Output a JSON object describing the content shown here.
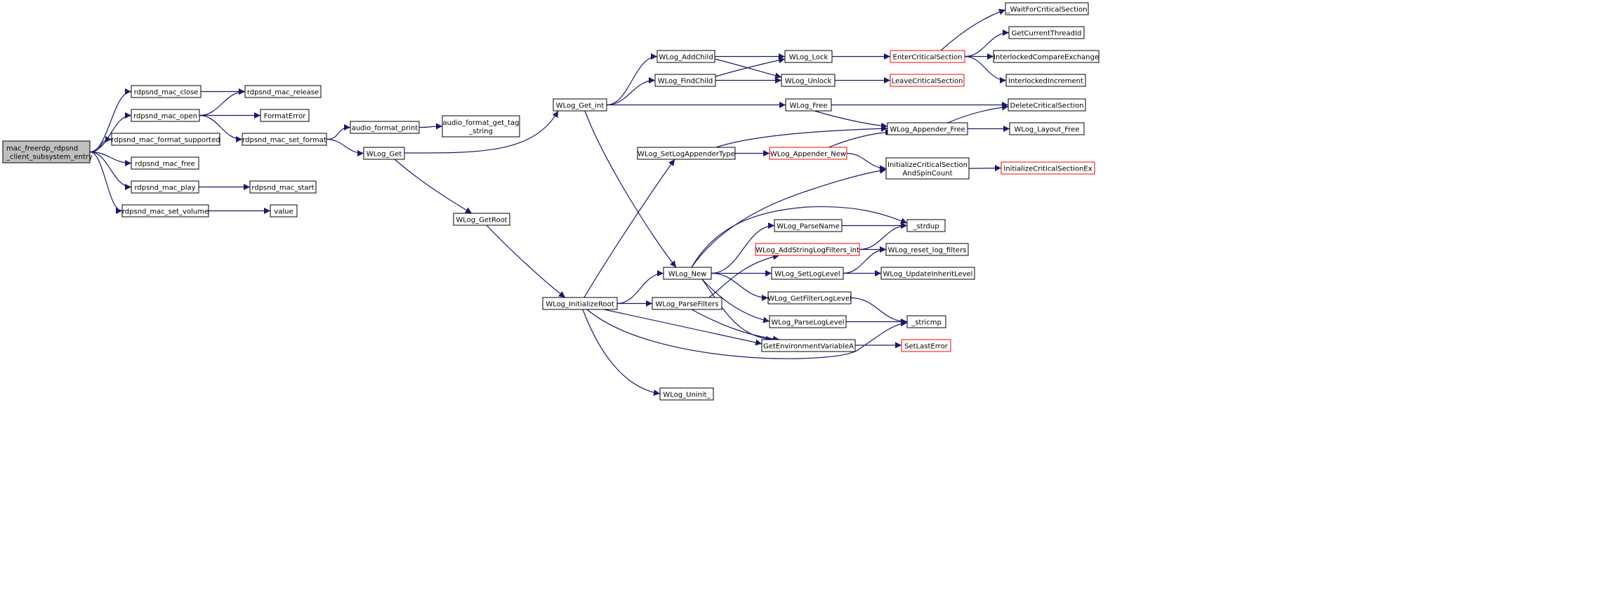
{
  "colors": {
    "edge": "#191970",
    "node_border": "#000000",
    "node_border_truncated": "#ff0000",
    "node_fill": "#ffffff",
    "root_fill": "#bfbfbf",
    "background": "#ffffff"
  },
  "nodes": [
    {
      "id": "root",
      "lines": [
        "mac_freerdp_rdpsnd",
        "_client_subsystem_entry"
      ],
      "style": "root"
    },
    {
      "id": "mac_close",
      "lines": [
        "rdpsnd_mac_close"
      ],
      "style": "normal"
    },
    {
      "id": "mac_open",
      "lines": [
        "rdpsnd_mac_open"
      ],
      "style": "normal"
    },
    {
      "id": "mac_format_supported",
      "lines": [
        "rdpsnd_mac_format_supported"
      ],
      "style": "normal"
    },
    {
      "id": "mac_free",
      "lines": [
        "rdpsnd_mac_free"
      ],
      "style": "normal"
    },
    {
      "id": "mac_play",
      "lines": [
        "rdpsnd_mac_play"
      ],
      "style": "normal"
    },
    {
      "id": "mac_set_volume",
      "lines": [
        "rdpsnd_mac_set_volume"
      ],
      "style": "normal"
    },
    {
      "id": "mac_release",
      "lines": [
        "rdpsnd_mac_release"
      ],
      "style": "normal"
    },
    {
      "id": "format_error",
      "lines": [
        "FormatError"
      ],
      "style": "normal"
    },
    {
      "id": "mac_set_format",
      "lines": [
        "rdpsnd_mac_set_format"
      ],
      "style": "normal"
    },
    {
      "id": "mac_start",
      "lines": [
        "rdpsnd_mac_start"
      ],
      "style": "normal"
    },
    {
      "id": "value",
      "lines": [
        "value"
      ],
      "style": "normal"
    },
    {
      "id": "audio_format_print",
      "lines": [
        "audio_format_print"
      ],
      "style": "normal"
    },
    {
      "id": "audio_format_get_tag_string",
      "lines": [
        "audio_format_get_tag",
        "_string"
      ],
      "style": "normal"
    },
    {
      "id": "wlog_get",
      "lines": [
        "WLog_Get"
      ],
      "style": "normal"
    },
    {
      "id": "wlog_get_root",
      "lines": [
        "WLog_GetRoot"
      ],
      "style": "normal"
    },
    {
      "id": "wlog_initialize_root",
      "lines": [
        "WLog_InitializeRoot"
      ],
      "style": "normal"
    },
    {
      "id": "wlog_get_int",
      "lines": [
        "WLog_Get_int"
      ],
      "style": "normal"
    },
    {
      "id": "wlog_add_child",
      "lines": [
        "WLog_AddChild"
      ],
      "style": "normal"
    },
    {
      "id": "wlog_find_child",
      "lines": [
        "WLog_FindChild"
      ],
      "style": "normal"
    },
    {
      "id": "wlog_set_log_appender_type",
      "lines": [
        "WLog_SetLogAppenderType"
      ],
      "style": "normal"
    },
    {
      "id": "wlog_new",
      "lines": [
        "WLog_New"
      ],
      "style": "normal"
    },
    {
      "id": "wlog_parse_filters",
      "lines": [
        "WLog_ParseFilters"
      ],
      "style": "normal"
    },
    {
      "id": "wlog_uninit",
      "lines": [
        "WLog_Uninit_"
      ],
      "style": "normal"
    },
    {
      "id": "wlog_lock",
      "lines": [
        "WLog_Lock"
      ],
      "style": "normal"
    },
    {
      "id": "wlog_unlock",
      "lines": [
        "WLog_Unlock"
      ],
      "style": "normal"
    },
    {
      "id": "wlog_free",
      "lines": [
        "WLog_Free"
      ],
      "style": "normal"
    },
    {
      "id": "wlog_appender_new",
      "lines": [
        "WLog_Appender_New"
      ],
      "style": "truncated"
    },
    {
      "id": "wlog_parse_name",
      "lines": [
        "WLog_ParseName"
      ],
      "style": "normal"
    },
    {
      "id": "wlog_add_string_log_filters_int",
      "lines": [
        "WLog_AddStringLogFilters_int"
      ],
      "style": "truncated"
    },
    {
      "id": "wlog_set_log_level",
      "lines": [
        "WLog_SetLogLevel"
      ],
      "style": "normal"
    },
    {
      "id": "wlog_get_filter_log_level",
      "lines": [
        "WLog_GetFilterLogLevel"
      ],
      "style": "normal"
    },
    {
      "id": "wlog_parse_log_level",
      "lines": [
        "WLog_ParseLogLevel"
      ],
      "style": "normal"
    },
    {
      "id": "get_environment_variable_a",
      "lines": [
        "GetEnvironmentVariableA"
      ],
      "style": "normal"
    },
    {
      "id": "enter_critical_section",
      "lines": [
        "EnterCriticalSection"
      ],
      "style": "truncated"
    },
    {
      "id": "leave_critical_section",
      "lines": [
        "LeaveCriticalSection"
      ],
      "style": "truncated"
    },
    {
      "id": "wlog_appender_free",
      "lines": [
        "WLog_Appender_Free"
      ],
      "style": "normal"
    },
    {
      "id": "initialize_critical_section_and_spin_count",
      "lines": [
        "InitializeCriticalSection",
        "AndSpinCount"
      ],
      "style": "normal"
    },
    {
      "id": "strdup",
      "lines": [
        "_strdup"
      ],
      "style": "normal"
    },
    {
      "id": "wlog_reset_log_filters",
      "lines": [
        "WLog_reset_log_filters"
      ],
      "style": "normal"
    },
    {
      "id": "wlog_update_inherit_level",
      "lines": [
        "WLog_UpdateInheritLevel"
      ],
      "style": "normal"
    },
    {
      "id": "stricmp",
      "lines": [
        "_stricmp"
      ],
      "style": "normal"
    },
    {
      "id": "set_last_error",
      "lines": [
        "SetLastError"
      ],
      "style": "truncated"
    },
    {
      "id": "wait_for_critical_section",
      "lines": [
        "_WaitForCriticalSection"
      ],
      "style": "normal"
    },
    {
      "id": "get_current_thread_id",
      "lines": [
        "GetCurrentThreadId"
      ],
      "style": "normal"
    },
    {
      "id": "interlocked_compare_exchange",
      "lines": [
        "InterlockedCompareExchange"
      ],
      "style": "normal"
    },
    {
      "id": "interlocked_increment",
      "lines": [
        "InterlockedIncrement"
      ],
      "style": "normal"
    },
    {
      "id": "delete_critical_section",
      "lines": [
        "DeleteCriticalSection"
      ],
      "style": "normal"
    },
    {
      "id": "wlog_layout_free",
      "lines": [
        "WLog_Layout_Free"
      ],
      "style": "normal"
    },
    {
      "id": "initialize_critical_section_ex",
      "lines": [
        "InitializeCriticalSectionEx"
      ],
      "style": "truncated"
    }
  ],
  "edges": [
    [
      "root",
      "mac_close"
    ],
    [
      "root",
      "mac_open"
    ],
    [
      "root",
      "mac_format_supported"
    ],
    [
      "root",
      "mac_free"
    ],
    [
      "root",
      "mac_play"
    ],
    [
      "root",
      "mac_set_volume"
    ],
    [
      "mac_close",
      "mac_release"
    ],
    [
      "mac_open",
      "mac_release"
    ],
    [
      "mac_open",
      "format_error"
    ],
    [
      "mac_open",
      "mac_set_format"
    ],
    [
      "mac_play",
      "mac_start"
    ],
    [
      "mac_set_volume",
      "value"
    ],
    [
      "mac_set_format",
      "audio_format_print"
    ],
    [
      "mac_set_format",
      "wlog_get"
    ],
    [
      "audio_format_print",
      "audio_format_get_tag_string"
    ],
    [
      "wlog_get",
      "wlog_get_int"
    ],
    [
      "wlog_get",
      "wlog_get_root"
    ],
    [
      "wlog_get_root",
      "wlog_initialize_root"
    ],
    [
      "wlog_get_int",
      "wlog_add_child"
    ],
    [
      "wlog_get_int",
      "wlog_find_child"
    ],
    [
      "wlog_get_int",
      "wlog_free"
    ],
    [
      "wlog_get_int",
      "wlog_new"
    ],
    [
      "wlog_add_child",
      "wlog_lock"
    ],
    [
      "wlog_add_child",
      "wlog_unlock"
    ],
    [
      "wlog_find_child",
      "wlog_lock"
    ],
    [
      "wlog_find_child",
      "wlog_unlock"
    ],
    [
      "wlog_lock",
      "enter_critical_section"
    ],
    [
      "wlog_unlock",
      "leave_critical_section"
    ],
    [
      "enter_critical_section",
      "wait_for_critical_section"
    ],
    [
      "enter_critical_section",
      "get_current_thread_id"
    ],
    [
      "enter_critical_section",
      "interlocked_compare_exchange"
    ],
    [
      "enter_critical_section",
      "interlocked_increment"
    ],
    [
      "wlog_free",
      "delete_critical_section"
    ],
    [
      "wlog_free",
      "wlog_appender_free"
    ],
    [
      "wlog_appender_free",
      "delete_critical_section"
    ],
    [
      "wlog_appender_free",
      "wlog_layout_free"
    ],
    [
      "wlog_set_log_appender_type",
      "wlog_appender_free"
    ],
    [
      "wlog_set_log_appender_type",
      "wlog_appender_new"
    ],
    [
      "wlog_appender_new",
      "wlog_appender_free"
    ],
    [
      "wlog_appender_new",
      "initialize_critical_section_and_spin_count"
    ],
    [
      "initialize_critical_section_and_spin_count",
      "initialize_critical_section_ex"
    ],
    [
      "wlog_initialize_root",
      "wlog_set_log_appender_type"
    ],
    [
      "wlog_initialize_root",
      "wlog_new"
    ],
    [
      "wlog_initialize_root",
      "wlog_parse_filters"
    ],
    [
      "wlog_initialize_root",
      "get_environment_variable_a"
    ],
    [
      "wlog_initialize_root",
      "stricmp"
    ],
    [
      "wlog_initialize_root",
      "wlog_uninit"
    ],
    [
      "wlog_new",
      "initialize_critical_section_and_spin_count"
    ],
    [
      "wlog_new",
      "strdup"
    ],
    [
      "wlog_new",
      "wlog_parse_name"
    ],
    [
      "wlog_new",
      "wlog_set_log_level"
    ],
    [
      "wlog_new",
      "wlog_get_filter_log_level"
    ],
    [
      "wlog_new",
      "wlog_parse_log_level"
    ],
    [
      "wlog_new",
      "get_environment_variable_a"
    ],
    [
      "wlog_parse_filters",
      "wlog_add_string_log_filters_int"
    ],
    [
      "wlog_parse_filters",
      "get_environment_variable_a"
    ],
    [
      "wlog_parse_name",
      "strdup"
    ],
    [
      "wlog_add_string_log_filters_int",
      "strdup"
    ],
    [
      "wlog_add_string_log_filters_int",
      "wlog_reset_log_filters"
    ],
    [
      "wlog_set_log_level",
      "wlog_reset_log_filters"
    ],
    [
      "wlog_set_log_level",
      "wlog_update_inherit_level"
    ],
    [
      "wlog_get_filter_log_level",
      "stricmp"
    ],
    [
      "wlog_parse_log_level",
      "stricmp"
    ],
    [
      "get_environment_variable_a",
      "set_last_error"
    ]
  ]
}
